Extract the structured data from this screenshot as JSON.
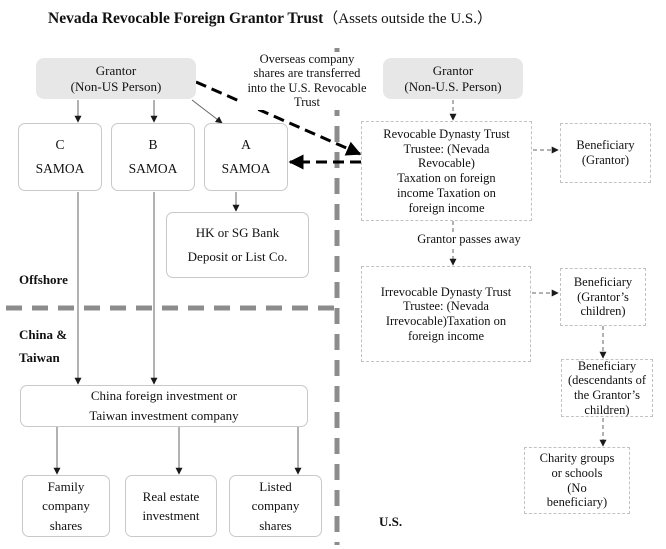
{
  "title": {
    "main": "Nevada Revocable Foreign Grantor Trust",
    "sub": "（Assets outside the U.S.）"
  },
  "left": {
    "grantor": "Grantor\n(Non-US Person)",
    "companies": [
      {
        "letter": "C",
        "place": "SAMOA"
      },
      {
        "letter": "B",
        "place": "SAMOA"
      },
      {
        "letter": "A",
        "place": "SAMOA"
      }
    ],
    "bank": "HK or SG Bank\nDeposit or List Co.",
    "onshore_company": "China foreign investment or\nTaiwan investment company",
    "assets": [
      "Family\ncompany\nshares",
      "Real estate\ninvestment",
      "Listed\ncompany\nshares"
    ]
  },
  "right": {
    "grantor": "Grantor\n(Non-U.S. Person)",
    "revocable_trust": "Revocable Dynasty Trust\nTrustee: (Nevada\nRevocable)\nTaxation on foreign\nincome Taxation on\nforeign income",
    "beneficiary_grantor": "Beneficiary\n(Grantor)",
    "irrevocable_trust": "Irrevocable Dynasty Trust\nTrustee: (Nevada\nIrrevocable)Taxation on\nforeign income",
    "beneficiary_children": "Beneficiary\n(Grantor’s\nchildren)",
    "beneficiary_descendants": "Beneficiary\n(descendants of\nthe Grantor’s\nchildren)",
    "charity": "Charity groups\nor schools\n(No\nbeneficiary)"
  },
  "annotations": {
    "transfer": "Overseas company\nshares are transferred\ninto the U.S. Revocable\nTrust",
    "passes_away": "Grantor passes away"
  },
  "regions": {
    "offshore": "Offshore",
    "china_taiwan": "China &\nTaiwan",
    "us": "U.S."
  }
}
